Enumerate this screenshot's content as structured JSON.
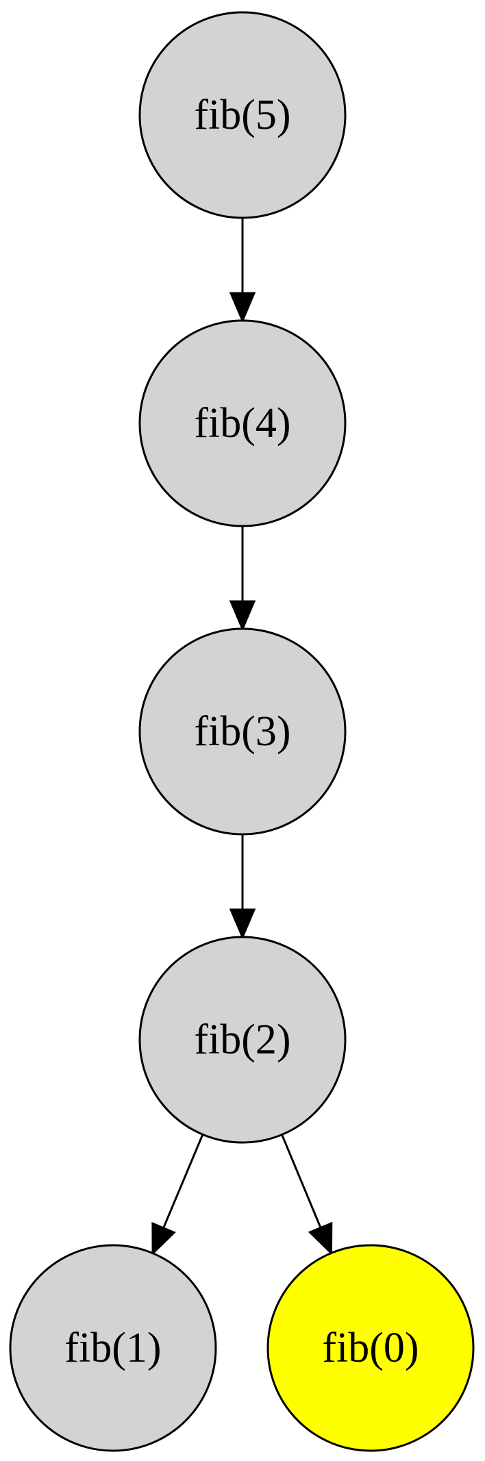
{
  "colors": {
    "default_fill": "#d3d3d3",
    "highlight_fill": "#ffff00",
    "stroke": "#000000",
    "background": "#ffffff"
  },
  "nodes": [
    {
      "id": "fib5",
      "label": "fib(5)",
      "highlighted": false
    },
    {
      "id": "fib4",
      "label": "fib(4)",
      "highlighted": false
    },
    {
      "id": "fib3",
      "label": "fib(3)",
      "highlighted": false
    },
    {
      "id": "fib2",
      "label": "fib(2)",
      "highlighted": false
    },
    {
      "id": "fib1",
      "label": "fib(1)",
      "highlighted": false
    },
    {
      "id": "fib0",
      "label": "fib(0)",
      "highlighted": true
    }
  ],
  "edges": [
    {
      "from": "fib5",
      "to": "fib4"
    },
    {
      "from": "fib4",
      "to": "fib3"
    },
    {
      "from": "fib3",
      "to": "fib2"
    },
    {
      "from": "fib2",
      "to": "fib1"
    },
    {
      "from": "fib2",
      "to": "fib0"
    }
  ]
}
